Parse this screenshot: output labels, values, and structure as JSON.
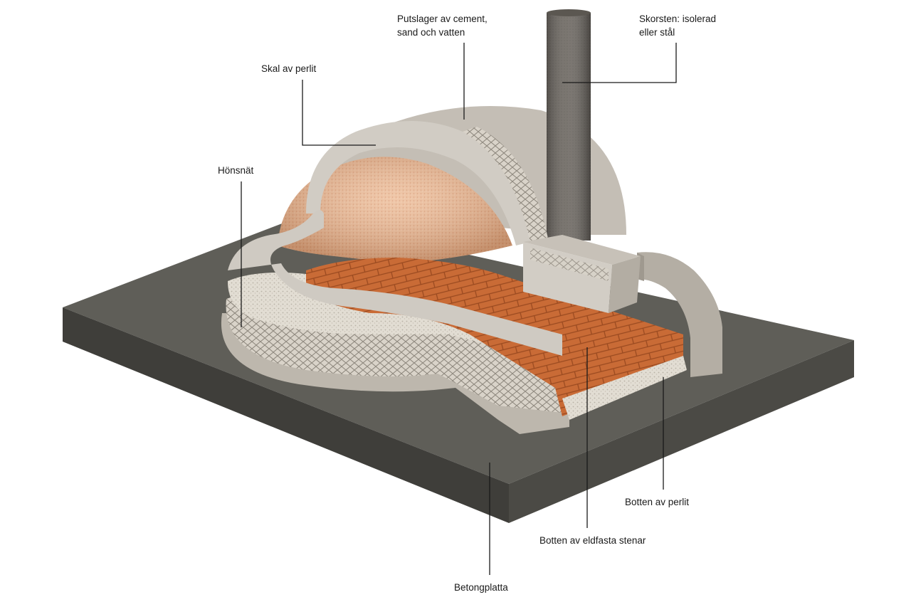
{
  "labels": {
    "putslager_line1": "Putslager av cement,",
    "putslager_line2": "sand och vatten",
    "skorsten_line1": "Skorsten: isolerad",
    "skorsten_line2": "eller stål",
    "skal": "Skal av perlit",
    "honsnat": "Hönsnät",
    "botten_perlit": "Botten av perlit",
    "botten_eldfasta": "Botten av eldfasta stenar",
    "betongplatta": "Betongplatta"
  },
  "colors": {
    "slab_top": "#5f5e58",
    "slab_front": "#3f3e3a",
    "slab_side": "#4b4a45",
    "plaster": "#cfcac2",
    "plaster_shade": "#b9b3a9",
    "perlite": "#dcd6cc",
    "mesh": "#a7a197",
    "interior": "#e9b48f",
    "brick": "#c96b36",
    "brick_line": "#9a4a20",
    "chimney": "#6f6a64",
    "leader": "#1a1a1a"
  }
}
